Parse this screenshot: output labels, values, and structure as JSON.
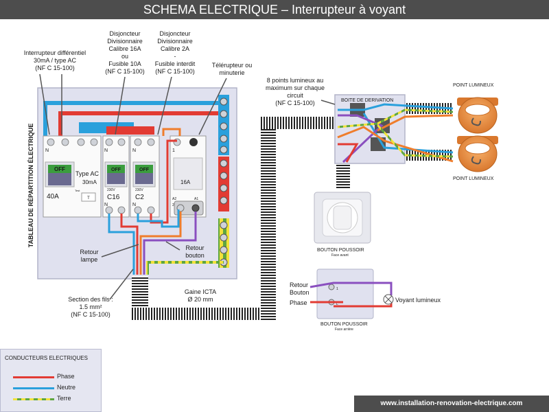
{
  "title": "SCHEMA ELECTRIQUE – Interrupteur à voyant",
  "footer": "www.installation-renovation-electrique.com",
  "colors": {
    "phase": "#e23b33",
    "neutre": "#2aa0dc",
    "terre_green": "#5fa640",
    "terre_yellow": "#f2e23a",
    "retour": "#ef7d2c",
    "violet": "#8a4fbf",
    "panel_bg": "#e0e1ef",
    "sheath": "#222222"
  },
  "panel": {
    "side_label": "TABLEAU DE RÉPARTITION ÉLECTRIQUE",
    "breakers": {
      "differential": {
        "rating": "40A",
        "type_line1": "Type AC",
        "type_line2": "30mA",
        "toggle": "OFF",
        "test": "Test",
        "test_button": "T",
        "terminal_n": "N"
      },
      "c16": {
        "rating": "C16",
        "voltage": "230V",
        "toggle": "OFF",
        "terminal_n": "N"
      },
      "c2": {
        "rating": "C2",
        "voltage": "230V",
        "toggle": "OFF",
        "terminal_n": "N"
      },
      "telerupteur": {
        "rating": "16A",
        "terminal_1": "1",
        "terminal_2": "2",
        "terminal_a1": "A1",
        "terminal_a2": "A2"
      }
    }
  },
  "annotations": {
    "differential": [
      "Interrupteur différentiel",
      "30mA / type AC",
      "(NF C 15-100)"
    ],
    "c16": [
      "Disjoncteur",
      "Divisionnaire",
      "Calibre 16A",
      "ou",
      "Fusible 10A",
      "(NF C 15-100)"
    ],
    "c2": [
      "Disjoncteur",
      "Divisionnaire",
      "Calibre 2A",
      "-",
      "Fusible interdit",
      "(NF C 15-100)"
    ],
    "telerupteur": [
      "Télérupteur ou",
      "minuterie"
    ],
    "points_max": [
      "8 points lumineux au",
      "maximum sur chaque",
      "circuit",
      "(NF C 15-100)"
    ],
    "retour_lampe": [
      "Retour",
      "lampe"
    ],
    "retour_bouton": [
      "Retour",
      "bouton"
    ],
    "section": [
      "Section des fils :",
      "1.5 mm²",
      "(NF C 15-100)"
    ],
    "gaine": [
      "Gaine ICTA",
      "Ø 20 mm"
    ]
  },
  "boite_derivation": "BOITE DE DERIVATION",
  "points_lumineux": [
    "POINT LUMINEUX",
    "POINT LUMINEUX"
  ],
  "bouton_avant": {
    "label": "BOUTON POUSSOIR",
    "sub": "Face avant"
  },
  "bouton_arriere": {
    "label": "BOUTON POUSSOIR",
    "sub": "Face arrière",
    "retour_bouton": [
      "Retour",
      "Bouton"
    ],
    "phase": "Phase",
    "voyant": "Voyant lumineux",
    "terminal_1": "1",
    "terminal_l": "L"
  },
  "legend": {
    "title": "CONDUCTEURS ELECTRIQUES",
    "items": [
      {
        "label": "Phase",
        "color": "#e23b33"
      },
      {
        "label": "Neutre",
        "color": "#2aa0dc"
      },
      {
        "label": "Terre",
        "color": "#5fa640"
      }
    ]
  }
}
